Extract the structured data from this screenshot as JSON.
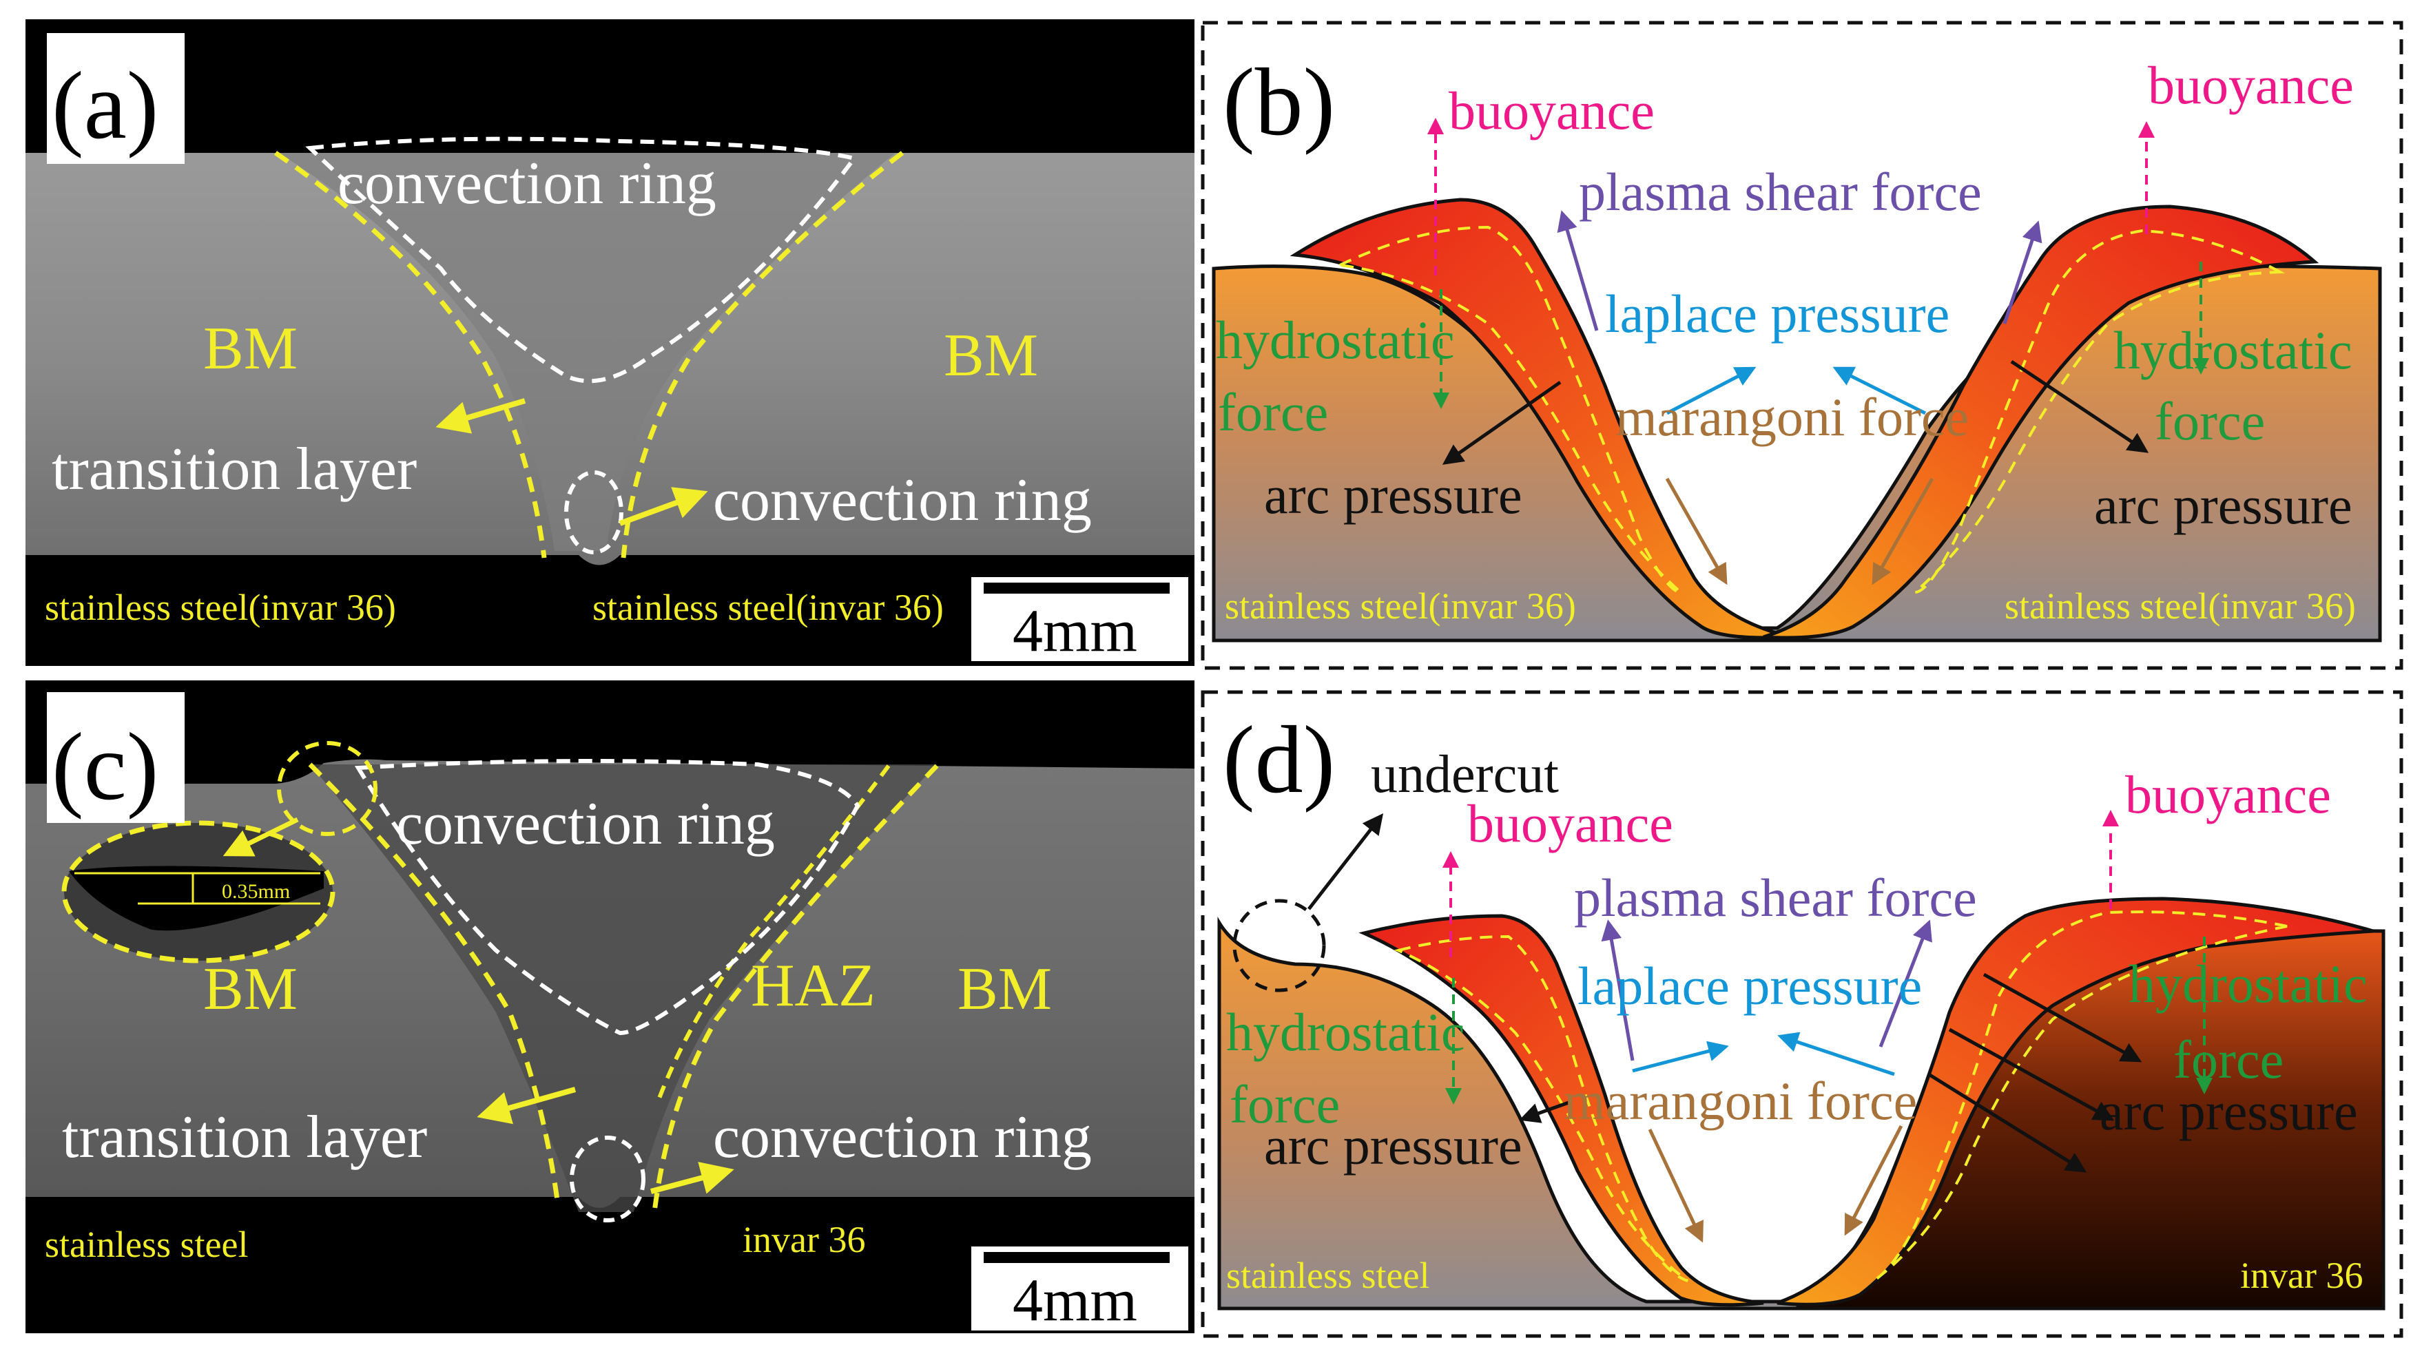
{
  "colors": {
    "yellow_text": "#f2ee2a",
    "white_text": "#ffffff",
    "magenta": "#ee1889",
    "purple": "#6a50a8",
    "cyan": "#1296d8",
    "green": "#1f9a3c",
    "brown": "#a8733a",
    "black": "#111111",
    "melt_red": "#e62e14",
    "melt_orange": "#f6901a"
  },
  "panel_a": {
    "label": "(a)",
    "convection_ring_top": "convection ring",
    "bm_left": "BM",
    "bm_right": "BM",
    "transition_layer": "transition layer",
    "convection_ring_bottom": "convection ring",
    "material_left": "stainless steel(invar 36)",
    "material_right": "stainless steel(invar 36)",
    "scale_bar": "4mm"
  },
  "panel_b": {
    "label": "(b)",
    "buoyance_left": "buoyance",
    "buoyance_right": "buoyance",
    "plasma_shear_force": "plasma shear force",
    "laplace_pressure": "laplace pressure",
    "hydrostatic_left_1": "hydrostatic",
    "hydrostatic_left_2": "force",
    "hydrostatic_right_1": "hydrostatic",
    "hydrostatic_right_2": "force",
    "marangoni_force": "marangoni force",
    "arc_pressure_left": "arc pressure",
    "arc_pressure_right": "arc pressure",
    "material_left": "stainless steel(invar 36)",
    "material_right": "stainless steel(invar 36)"
  },
  "panel_c": {
    "label": "(c)",
    "convection_ring_top": "convection ring",
    "undercut_depth": "0.35mm",
    "bm_left": "BM",
    "haz": "HAZ",
    "bm_right": "BM",
    "transition_layer": "transition layer",
    "convection_ring_bottom": "convection ring",
    "material_left": "stainless steel",
    "material_right": "invar 36",
    "scale_bar": "4mm"
  },
  "panel_d": {
    "label": "(d)",
    "undercut": "undercut",
    "buoyance_left": "buoyance",
    "buoyance_right": "buoyance",
    "plasma_shear_force": "plasma shear force",
    "laplace_pressure": "laplace pressure",
    "hydrostatic_left_1": "hydrostatic",
    "hydrostatic_left_2": "force",
    "hydrostatic_right_1": "hydrostatic",
    "hydrostatic_right_2": "force",
    "marangoni_force": "marangoni force",
    "arc_pressure_left": "arc pressure",
    "arc_pressure_right": "arc pressure",
    "material_left": "stainless steel",
    "material_right": "invar 36"
  }
}
